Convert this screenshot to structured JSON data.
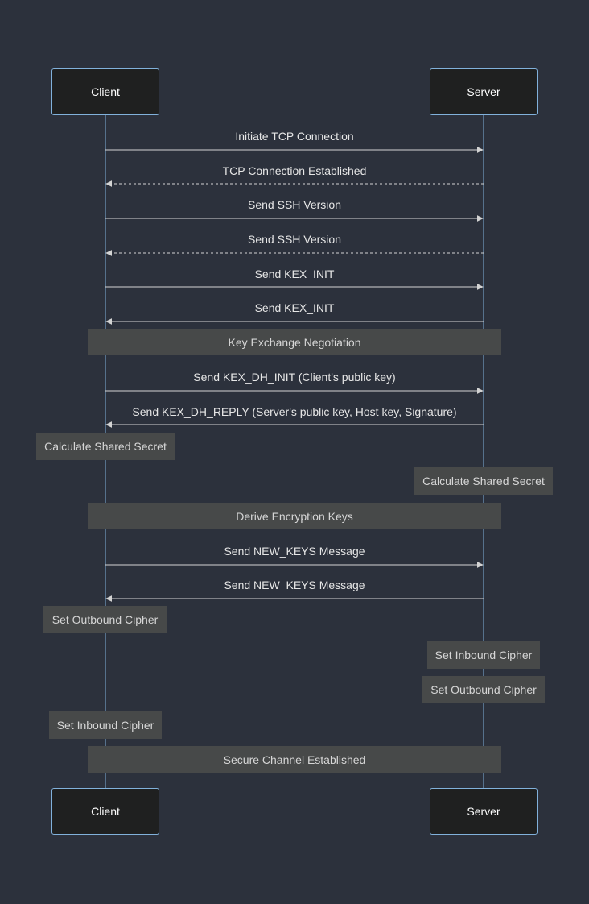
{
  "actors": {
    "client": "Client",
    "server": "Server"
  },
  "messages": [
    {
      "text": "Initiate TCP Connection",
      "from": "client",
      "to": "server",
      "style": "solid"
    },
    {
      "text": "TCP Connection Established",
      "from": "server",
      "to": "client",
      "style": "dashed"
    },
    {
      "text": "Send SSH Version",
      "from": "client",
      "to": "server",
      "style": "solid"
    },
    {
      "text": "Send SSH Version",
      "from": "server",
      "to": "client",
      "style": "dashed"
    },
    {
      "text": "Send KEX_INIT",
      "from": "client",
      "to": "server",
      "style": "solid"
    },
    {
      "text": "Send KEX_INIT",
      "from": "server",
      "to": "client",
      "style": "solid"
    },
    {
      "text": "Send KEX_DH_INIT (Client's public key)",
      "from": "client",
      "to": "server",
      "style": "solid"
    },
    {
      "text": "Send KEX_DH_REPLY (Server's public key, Host key, Signature)",
      "from": "server",
      "to": "client",
      "style": "solid"
    },
    {
      "text": "Send NEW_KEYS Message",
      "from": "client",
      "to": "server",
      "style": "solid"
    },
    {
      "text": "Send NEW_KEYS Message",
      "from": "server",
      "to": "client",
      "style": "solid"
    }
  ],
  "notes": {
    "key_exchange": "Key Exchange Negotiation",
    "client_shared_secret": "Calculate Shared Secret",
    "server_shared_secret": "Calculate Shared Secret",
    "derive_keys": "Derive Encryption Keys",
    "client_outbound": "Set Outbound Cipher",
    "server_inbound": "Set Inbound Cipher",
    "server_outbound": "Set Outbound Cipher",
    "client_inbound": "Set Inbound Cipher",
    "secure_channel": "Secure Channel Established"
  },
  "colors": {
    "background": "#2c313c",
    "lifeline": "#81b1db",
    "arrow": "#d3d3d3",
    "actor_fill": "#1f2020",
    "note_fill": "#474949"
  }
}
